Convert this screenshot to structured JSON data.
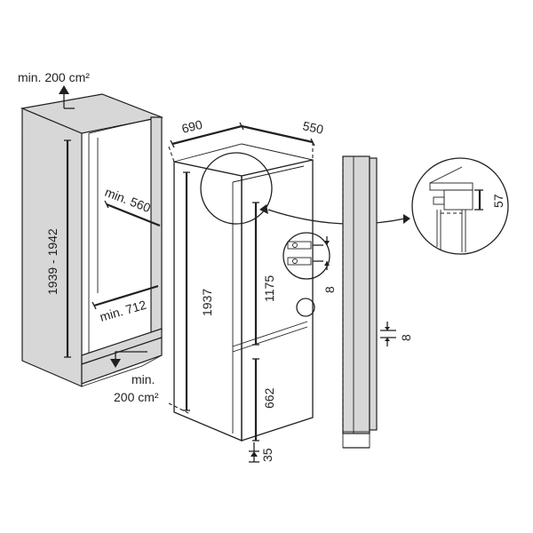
{
  "labels": {
    "top_vent": "min. 200 cm²",
    "niche_height": "1939 - 1942",
    "niche_depth": "min. 560",
    "niche_width": "min. 712",
    "bottom_vent_line1": "min.",
    "bottom_vent_line2": "200 cm²",
    "width": "690",
    "depth": "550",
    "height": "1937",
    "upper_section": "1175",
    "lower_section": "662",
    "foot": "35",
    "hinge_gap": "8",
    "side_gap": "8",
    "detail_height": "57"
  }
}
